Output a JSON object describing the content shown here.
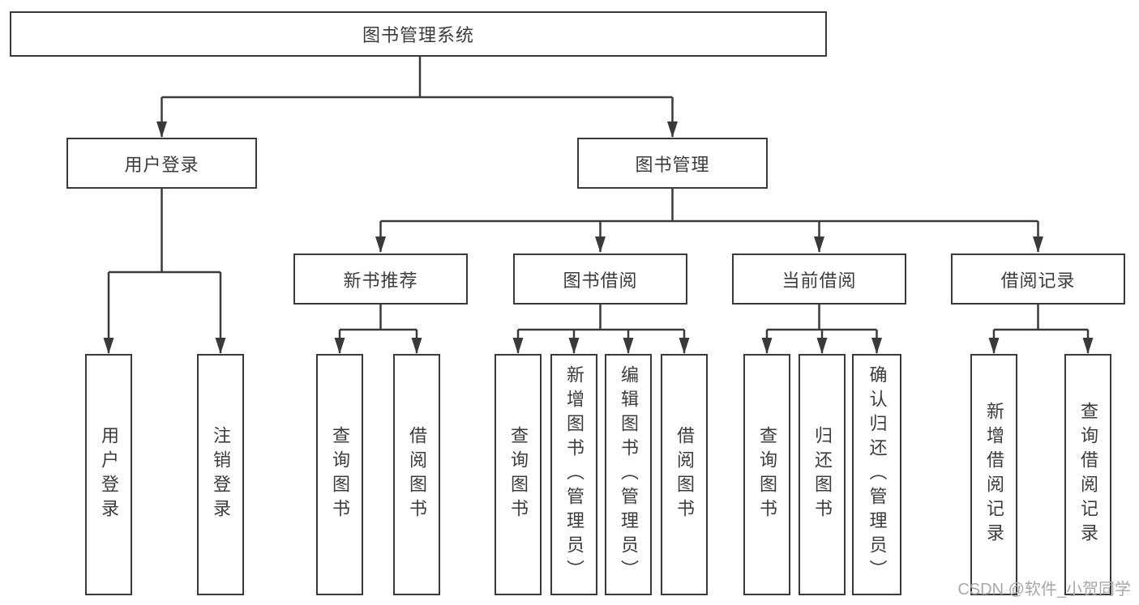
{
  "diagram": {
    "root": {
      "label": "图书管理系统"
    },
    "branches": [
      {
        "label": "用户登录",
        "children": [
          {
            "label": "用户登录"
          },
          {
            "label": "注销登录"
          }
        ]
      },
      {
        "label": "图书管理",
        "children": [
          {
            "label": "新书推荐",
            "children": [
              {
                "label": "查询图书"
              },
              {
                "label": "借阅图书"
              }
            ]
          },
          {
            "label": "图书借阅",
            "children": [
              {
                "label": "查询图书"
              },
              {
                "label": "新增图书（管理员）"
              },
              {
                "label": "编辑图书（管理员）"
              },
              {
                "label": "借阅图书"
              }
            ]
          },
          {
            "label": "当前借阅",
            "children": [
              {
                "label": "查询图书"
              },
              {
                "label": "归还图书"
              },
              {
                "label": "确认归还（管理员）"
              }
            ]
          },
          {
            "label": "借阅记录",
            "children": [
              {
                "label": "新增借阅记录"
              },
              {
                "label": "查询借阅记录"
              }
            ]
          }
        ]
      }
    ]
  },
  "watermark": {
    "text": "CSDN @软件_小贺同学"
  },
  "colors": {
    "line": "#3a3a3a",
    "text": "#3c3c3c",
    "watermark": "#a8a8a8",
    "background": "#ffffff"
  }
}
